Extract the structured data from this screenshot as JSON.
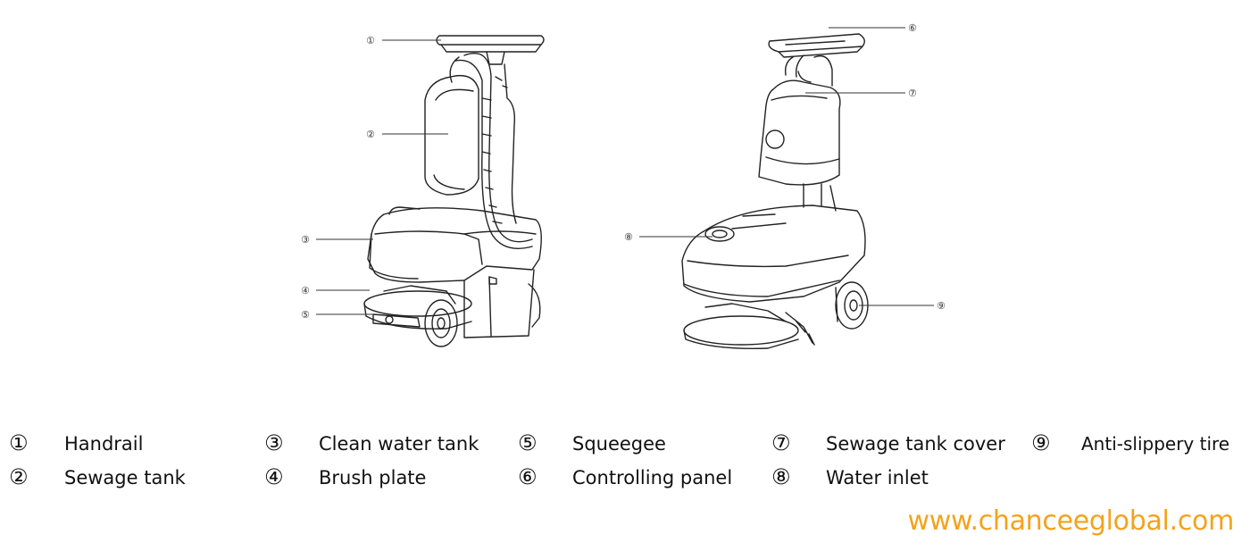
{
  "callouts": {
    "left": [
      "①",
      "②",
      "③",
      "④",
      "⑤"
    ],
    "right": [
      "⑥",
      "⑦",
      "⑧",
      "⑨"
    ]
  },
  "legend": [
    {
      "num": "①",
      "label": "Handrail"
    },
    {
      "num": "②",
      "label": "Sewage tank"
    },
    {
      "num": "③",
      "label": "Clean water tank"
    },
    {
      "num": "④",
      "label": "Brush plate"
    },
    {
      "num": "⑤",
      "label": "Squeegee"
    },
    {
      "num": "⑥",
      "label": "Controlling panel"
    },
    {
      "num": "⑦",
      "label": "Sewage tank cover"
    },
    {
      "num": "⑧",
      "label": "Water inlet"
    },
    {
      "num": "⑨",
      "label": "Anti-slippery tire"
    }
  ],
  "website": "www.chanceeglobal.com",
  "colors": {
    "website": "#f5a21b",
    "line_art": "#222222"
  }
}
